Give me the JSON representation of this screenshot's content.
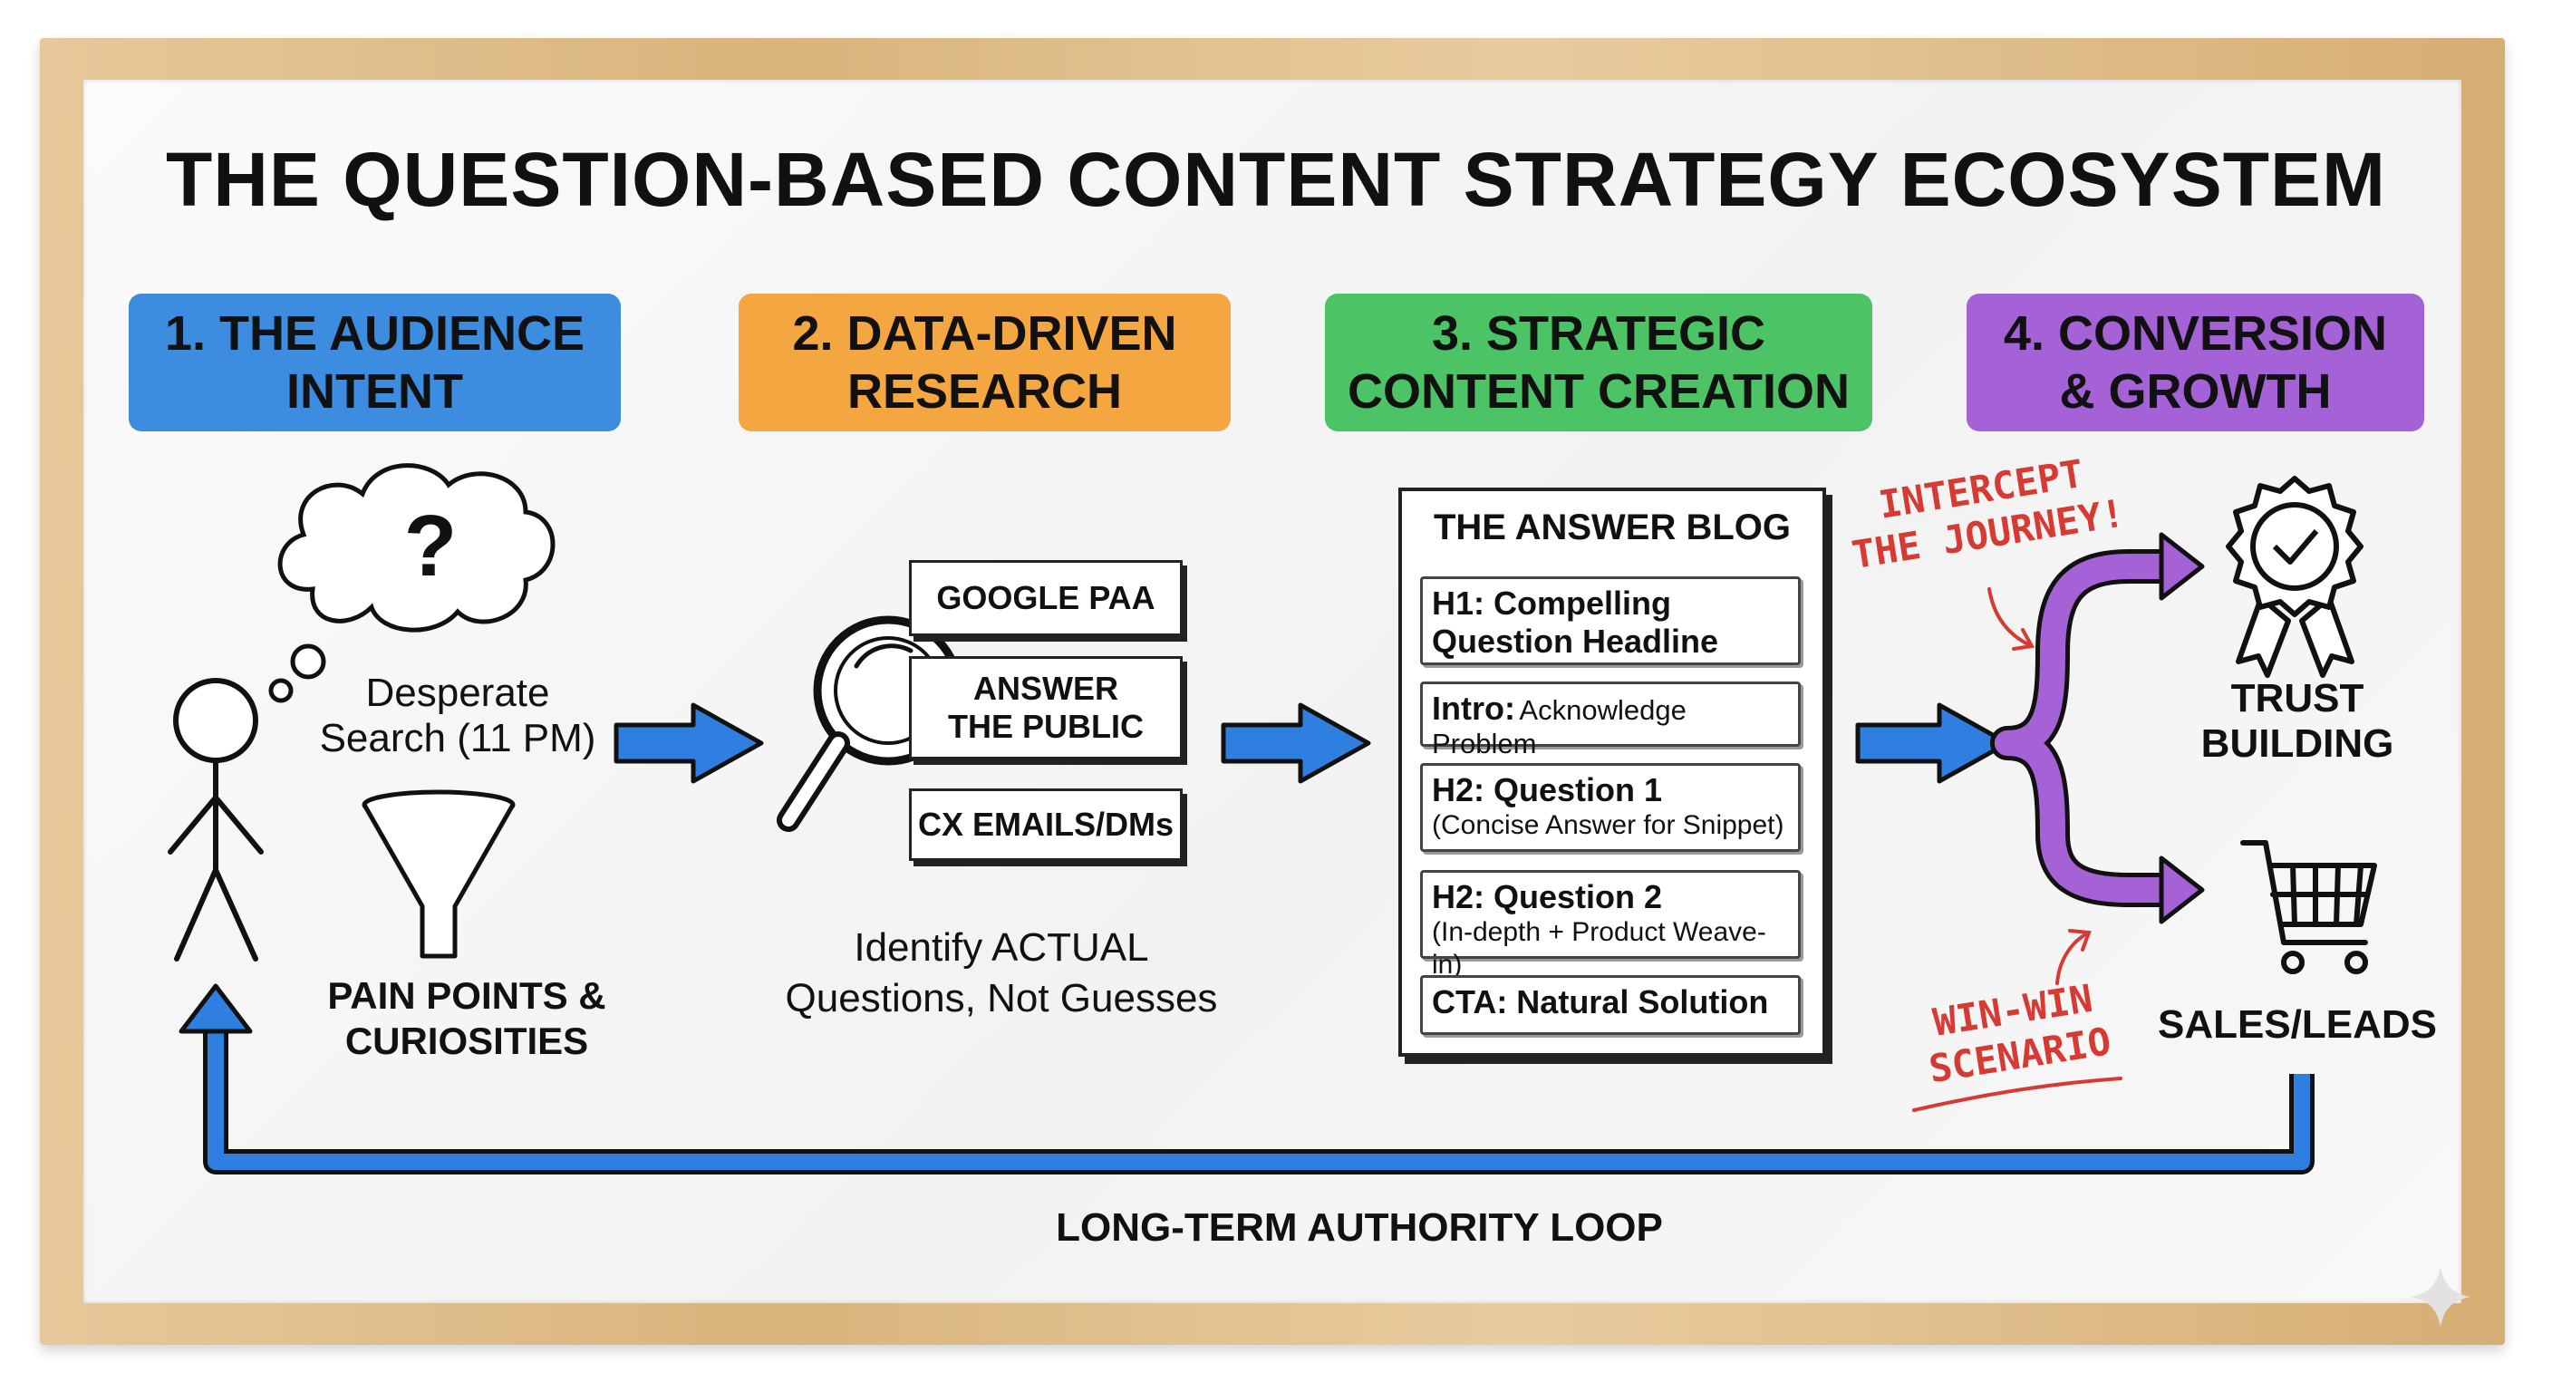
{
  "title": "THE QUESTION-BASED CONTENT STRATEGY ECOSYSTEM",
  "stages": [
    {
      "label": "1. THE AUDIENCE\nINTENT",
      "color": "#3c8de0"
    },
    {
      "label": "2. DATA-DRIVEN\nRESEARCH",
      "color": "#f4a640"
    },
    {
      "label": "3. STRATEGIC\nCONTENT CREATION",
      "color": "#4cc466"
    },
    {
      "label": "4. CONVERSION\n& GROWTH",
      "color": "#a462d6"
    }
  ],
  "audience": {
    "thought_symbol": "?",
    "search_text": "Desperate\nSearch (11 PM)",
    "pain_points": "PAIN POINTS &\nCURIOSITIES"
  },
  "research": {
    "sources": [
      "GOOGLE PAA",
      "ANSWER\nTHE PUBLIC",
      "CX EMAILS/DMs"
    ],
    "caption": "Identify ACTUAL\nQuestions, Not Guesses"
  },
  "blog": {
    "title": "THE ANSWER BLOG",
    "h1": "H1: Compelling\nQuestion Headline",
    "intro_label": "Intro:",
    "intro_text": "Acknowledge Problem",
    "q1": "H2: Question 1",
    "q1_sub": "(Concise Answer for Snippet)",
    "q2": "H2: Question 2",
    "q2_sub": "(In-depth + Product Weave-in)",
    "cta": "CTA: Natural Solution"
  },
  "conversion": {
    "annotation_top": "INTERCEPT\nTHE JOURNEY!",
    "annotation_bottom": "WIN-WIN\nSCENARIO",
    "trust": "TRUST\nBUILDING",
    "sales": "SALES/LEADS"
  },
  "loop_label": "LONG-TERM AUTHORITY LOOP",
  "colors": {
    "arrow_blue": "#2f7fe0",
    "branch_purple": "#a462d6",
    "annotation_red": "#d63a33"
  }
}
